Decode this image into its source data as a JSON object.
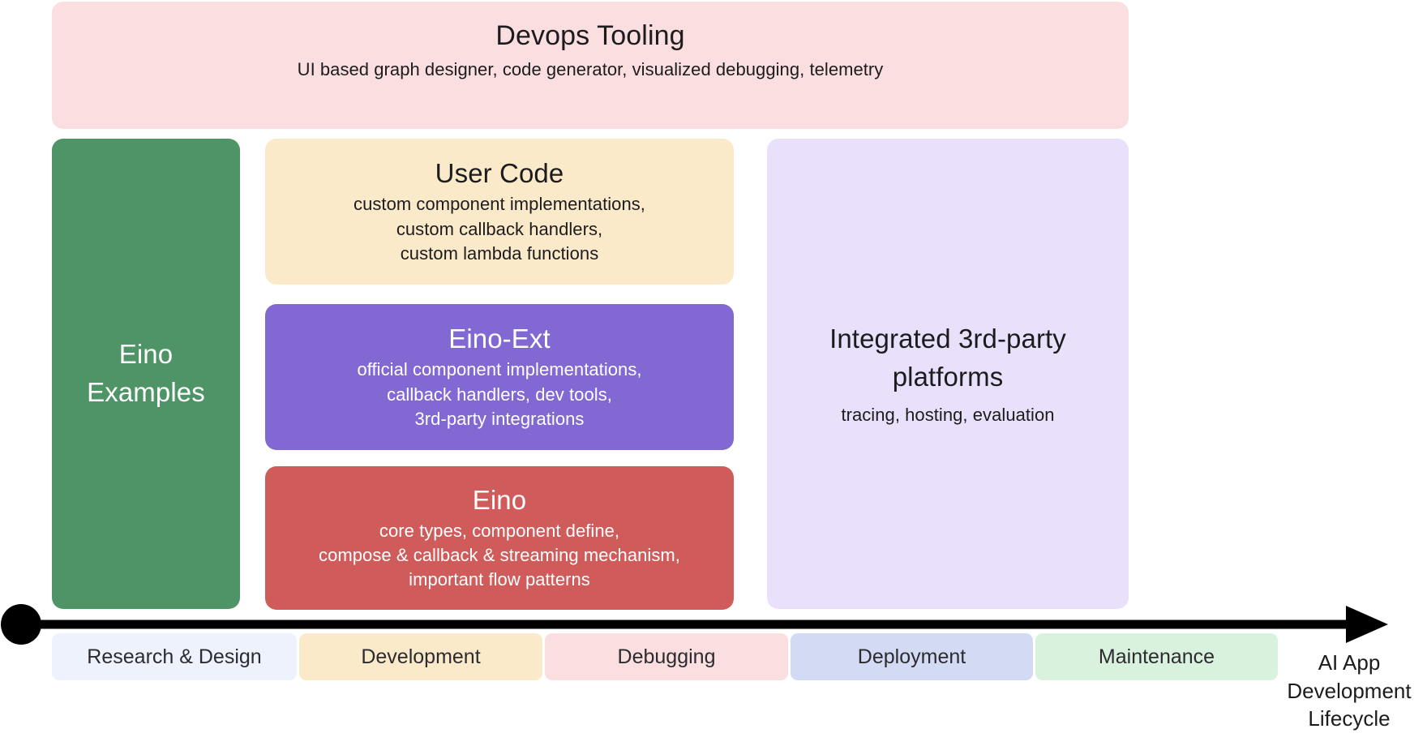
{
  "diagram": {
    "caption": "AI App\nDevelopment\nLifecycle",
    "banner": {
      "title": "Devops Tooling",
      "subtitle": "UI based graph designer, code generator, visualized debugging, telemetry",
      "color": "#fbdfe0"
    },
    "examples": {
      "title": "Eino\nExamples",
      "color": "#4e9467"
    },
    "stack": [
      {
        "id": "user-code",
        "title": "User Code",
        "subtitle": "custom component implementations,\ncustom callback handlers,\ncustom lambda functions",
        "color": "#fbeaca"
      },
      {
        "id": "eino-ext",
        "title": "Eino-Ext",
        "subtitle": "official component implementations,\ncallback handlers, dev tools,\n3rd-party integrations",
        "color": "#8268d2"
      },
      {
        "id": "eino",
        "title": "Eino",
        "subtitle": "core types, component define,\ncompose & callback & streaming mechanism,\nimportant flow patterns",
        "color": "#d05b5b"
      }
    ],
    "third_party": {
      "title": "Integrated 3rd-party platforms",
      "subtitle": "tracing, hosting, evaluation",
      "color": "#e9e1fb"
    },
    "lifecycle": {
      "arrow_color": "#000000",
      "phases": [
        {
          "label": "Research & Design",
          "color": "#eef2fc"
        },
        {
          "label": "Development",
          "color": "#fbeaca"
        },
        {
          "label": "Debugging",
          "color": "#fbdfe0"
        },
        {
          "label": "Deployment",
          "color": "#d3daf3"
        },
        {
          "label": "Maintenance",
          "color": "#d9f2dd"
        }
      ]
    }
  }
}
